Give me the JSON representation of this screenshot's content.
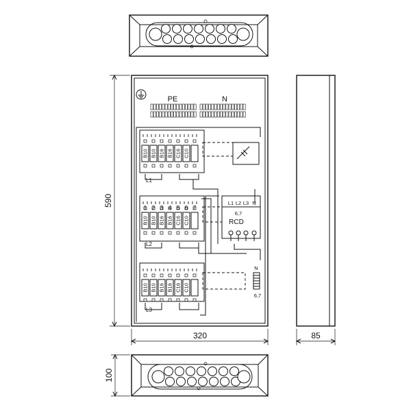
{
  "labels": {
    "pe": "PE",
    "n": "N",
    "l1": "L1",
    "l2": "L2",
    "l3": "L3",
    "rcd": "RCD",
    "rcd_terminals": [
      "L1",
      "L2",
      "L3",
      "N"
    ],
    "rcd_rating": "6,7",
    "small_n": "N",
    "small_rating": "6,7"
  },
  "dimensions": {
    "height": "590",
    "width": "320",
    "depth": "85",
    "cover_height": "100"
  },
  "breaker_rows": [
    {
      "numbers": [],
      "ratings": [
        "B10",
        "B10",
        "B16",
        "B16",
        "C16",
        "C10"
      ]
    },
    {
      "numbers": [
        "1",
        "2",
        "3",
        "4",
        "5",
        "6",
        "7"
      ],
      "ratings": [
        "B10",
        "B10",
        "B16",
        "B16",
        "C16",
        "C10"
      ]
    },
    {
      "numbers": [],
      "ratings": [
        "B10",
        "B10",
        "B16",
        "B16",
        "C16",
        "C10"
      ]
    }
  ]
}
